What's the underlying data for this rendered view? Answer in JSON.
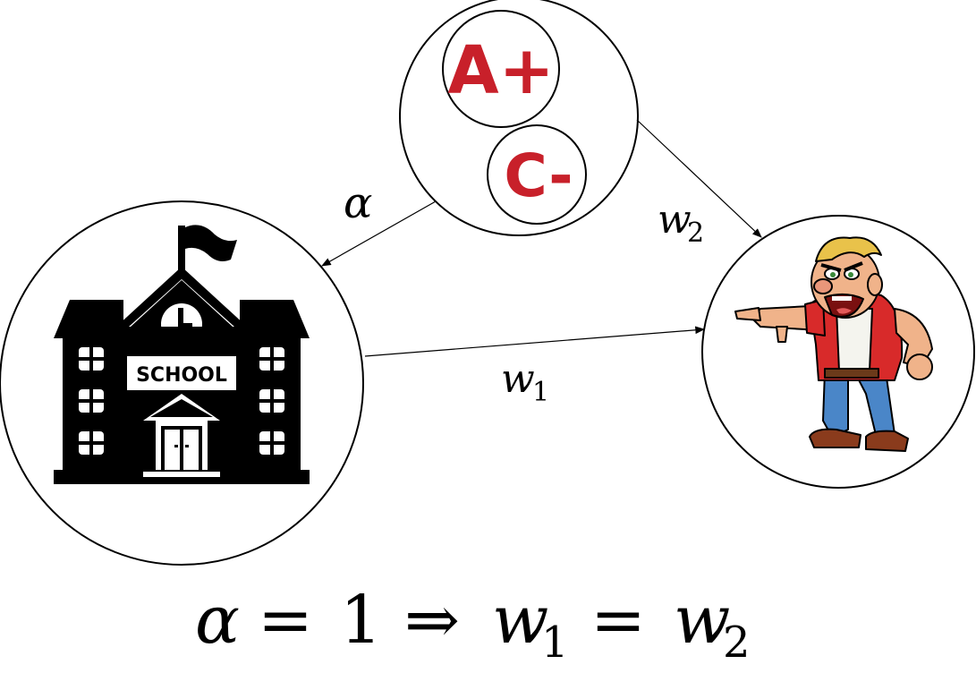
{
  "grades": {
    "high": "A+",
    "low": "C-",
    "color": "#c8202a"
  },
  "school": {
    "sign": "SCHOOL"
  },
  "edges": {
    "alpha": "α",
    "w": "w",
    "sub1": "1",
    "sub2": "2"
  },
  "equation": {
    "alpha": "α",
    "eq1": "=",
    "one": "1",
    "implies": "⇒",
    "w": "w",
    "sub1": "1",
    "eq2": "=",
    "sub2": "2"
  },
  "icons": {
    "grades": "grade-letters-icon",
    "school": "school-building-icon",
    "person": "angry-pointing-man-icon"
  }
}
